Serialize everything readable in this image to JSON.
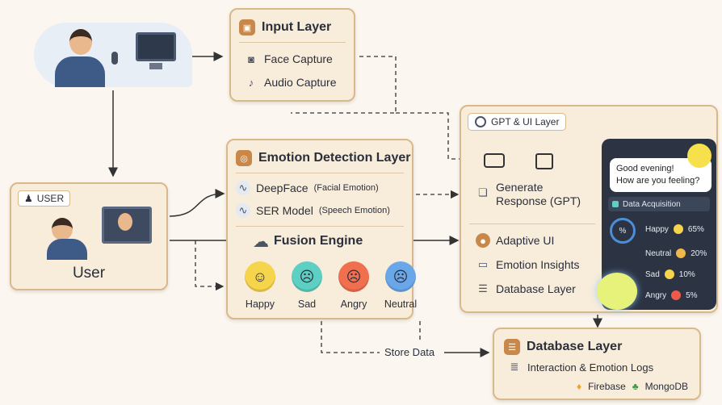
{
  "input_layer": {
    "title": "Input Layer",
    "items": [
      "Face Capture",
      "Audio Capture"
    ]
  },
  "user_box": {
    "badge": "USER",
    "label": "User"
  },
  "emotion_layer": {
    "title": "Emotion Detection Layer",
    "models": [
      {
        "name": "DeepFace",
        "detail": "(Facial Emotion)"
      },
      {
        "name": "SER Model",
        "detail": "(Speech Emotion)"
      }
    ],
    "fusion": "Fusion Engine",
    "emotions": [
      {
        "label": "Happy",
        "color": "#f6d44c",
        "face": "☺"
      },
      {
        "label": "Sad",
        "color": "#5ecfc3",
        "face": "☹"
      },
      {
        "label": "Angry",
        "color": "#ef6f4f",
        "face": "☹"
      },
      {
        "label": "Neutral",
        "color": "#6aa7e8",
        "face": "☹"
      }
    ]
  },
  "gpt_layer": {
    "title": "GPT & UI Layer",
    "items": [
      "Generate",
      "Response (GPT)",
      "Adaptive UI",
      "Emotion Insights",
      "Database Layer"
    ],
    "phone": {
      "greeting_line1": "Good evening!",
      "greeting_line2": "How are you feeling?",
      "section": "Data Acquisition",
      "gauge": "%",
      "stats": [
        {
          "label": "Happy",
          "value": "65%",
          "color": "#f6d44c"
        },
        {
          "label": "Neutral",
          "value": "20%",
          "color": "#f0b84a"
        },
        {
          "label": "Sad",
          "value": "10%",
          "color": "#f6d44c"
        },
        {
          "label": "Angry",
          "value": "5%",
          "color": "#ef5a4a"
        }
      ]
    }
  },
  "database_layer": {
    "title": "Database Layer",
    "subtitle": "Interaction & Emotion Logs",
    "firebase": "Firebase",
    "mongodb": "MongoDB"
  },
  "flow_label": "Store Data",
  "colors": {
    "accent": "#c9884a",
    "card_border": "#d9b98c",
    "card_bg": "#f8ecdb"
  }
}
